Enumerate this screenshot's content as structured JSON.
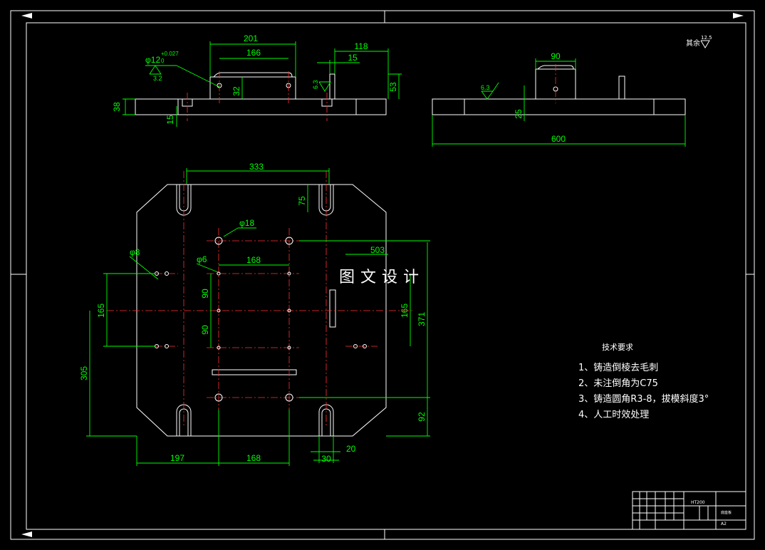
{
  "drawing": {
    "watermark": "图文设计",
    "top_view_dims": {
      "d201": "201",
      "d166": "166",
      "d118": "118",
      "d15a": "15",
      "d53": "53",
      "d32": "32",
      "d38": "38",
      "d15b": "15",
      "hole_dia": "φ12",
      "tol_upper": "+0.027",
      "tol_lower": "0",
      "rough_32": "3.2",
      "rough_63a": "6.3"
    },
    "side_view_dims": {
      "d90": "90",
      "d25": "25",
      "d600": "600",
      "rough_63b": "6.3",
      "rest_label": "其余",
      "rest_rough": "12.5"
    },
    "plan_view_dims": {
      "d333": "333",
      "d75": "75",
      "phi18": "φ18",
      "phi8": "φ8",
      "phi6": "φ6",
      "d168a": "168",
      "d503": "503",
      "d90a": "90",
      "d90b": "90",
      "d165a": "165",
      "d165b": "165",
      "d371": "371",
      "d305": "305",
      "d92": "92",
      "d197": "197",
      "d168b": "168",
      "d30": "30",
      "d20": "20"
    },
    "tech_notes": {
      "title": "技术要求",
      "items": [
        "1、铸造倒棱去毛刺",
        "2、未注倒角为C75",
        "3、铸造圆角R3-8，拔模斜度3°",
        "4、人工时效处理"
      ]
    },
    "title_block": {
      "material": "HT200",
      "part_name": "底座板",
      "sheet_size": "A2"
    }
  }
}
